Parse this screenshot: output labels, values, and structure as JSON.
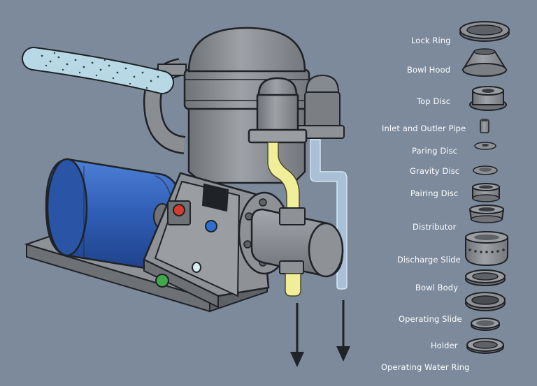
{
  "parts": [
    {
      "label": "Lock Ring"
    },
    {
      "label": "Bowl Hood"
    },
    {
      "label": "Top Disc"
    },
    {
      "label": "Inlet and Outler Pipe"
    },
    {
      "label": "Paring Disc"
    },
    {
      "label": "Gravity Disc"
    },
    {
      "label": "Pairing Disc"
    },
    {
      "label": "Distributor"
    },
    {
      "label": "Discharge Slide"
    },
    {
      "label": "Bowl Body"
    },
    {
      "label": "Operating Slide"
    },
    {
      "label": "Holder"
    },
    {
      "label": "Operating Water Ring"
    }
  ],
  "colors": {
    "background": "#7c8a9b",
    "metal": "#8e9297",
    "metal_dark": "#6f7378",
    "motor": "#2f5db5",
    "inlet_fluid": "#f1ee9a",
    "outlet_fluid": "#b8d2ea",
    "button_red": "#d83b2f",
    "button_blue": "#2d6fd1",
    "button_green": "#3fa84a",
    "outline": "#1f2327"
  }
}
